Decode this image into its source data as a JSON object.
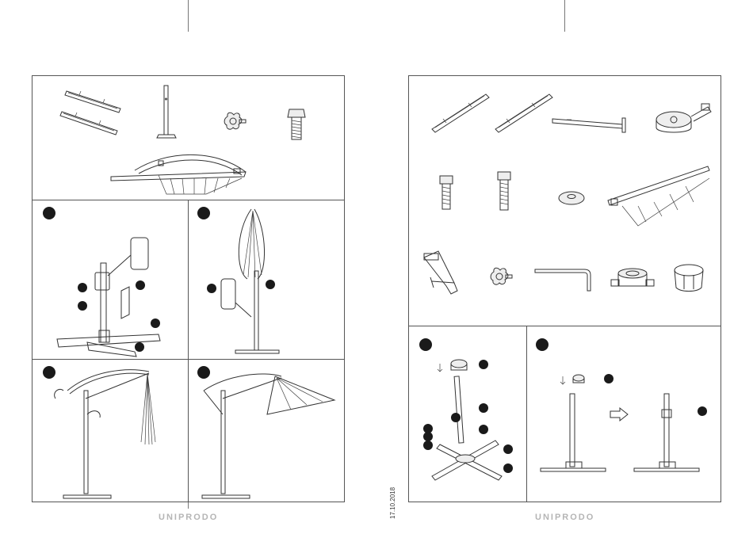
{
  "left_page": {
    "brand": "UNIPRODO",
    "parts_panel": {
      "icons": [
        "base-bracket-pair-icon",
        "pole-base-icon",
        "star-knob-icon",
        "hex-bolt-icon",
        "folded-canopy-arm-icon"
      ]
    },
    "steps": [
      {
        "icons": [
          "base-pole-assembly-icon"
        ]
      },
      {
        "icons": [
          "folded-umbrella-mount-icon"
        ]
      },
      {
        "icons": [
          "canopy-raise-icon"
        ]
      },
      {
        "icons": [
          "open-umbrella-icon"
        ]
      }
    ]
  },
  "right_page": {
    "brand": "UNIPRODO",
    "date": "17.10.2018",
    "parts_panel": {
      "icons": [
        "cross-base-bar-icon",
        "cross-base-bar-icon",
        "pole-segment-icon",
        "rotation-hub-icon",
        "bolt-icon",
        "long-bolt-icon",
        "washer-icon",
        "canopy-frame-icon",
        "crank-handle-icon",
        "star-knob-icon",
        "allen-key-icon",
        "base-clamp-icon",
        "ring-clamp-icon"
      ]
    },
    "steps": [
      {
        "icons": [
          "cross-base-assembly-icon"
        ]
      },
      {
        "icons": [
          "pole-sleeve-icon"
        ]
      }
    ]
  }
}
